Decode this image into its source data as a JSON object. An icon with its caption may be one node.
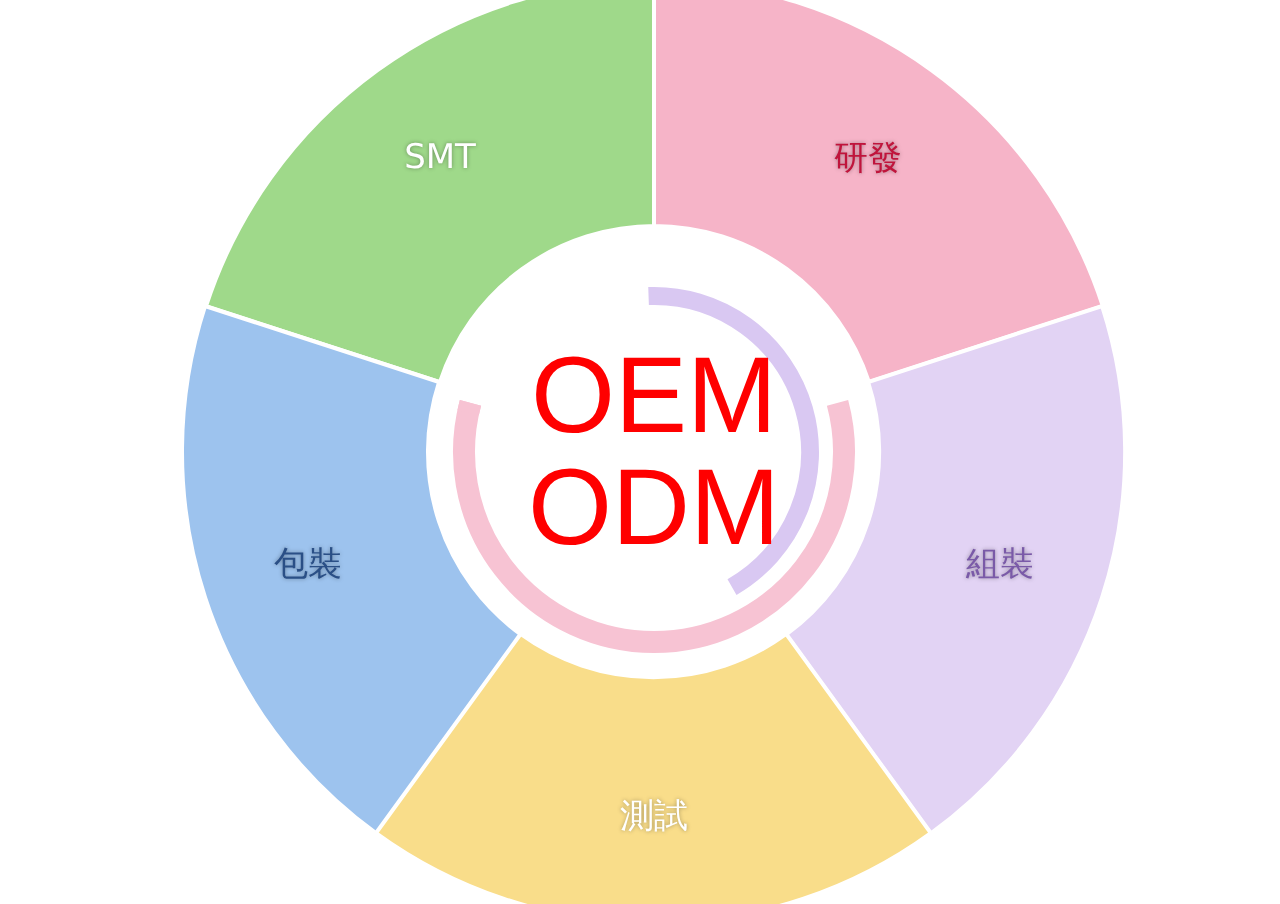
{
  "diagram": {
    "nodes": [
      {
        "text": [
          "SMT"
        ]
      },
      {
        "text": [
          "研發"
        ]
      },
      {
        "text": [
          "OEM ODM"
        ]
      },
      {
        "text": [
          "包裝"
        ]
      },
      {
        "text": [
          "組裝"
        ]
      },
      {
        "text": [
          "測試"
        ]
      }
    ]
  }
}
